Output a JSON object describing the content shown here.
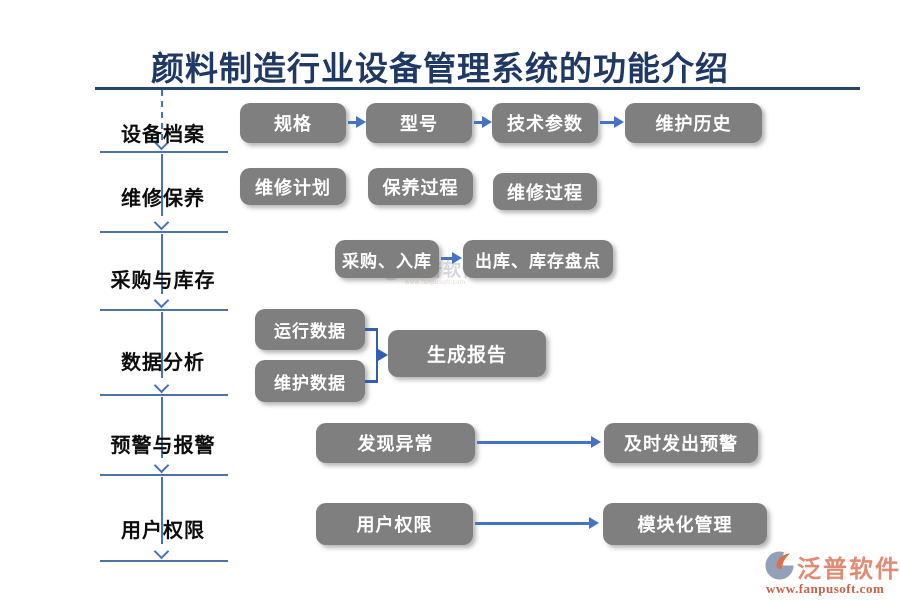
{
  "title": "颜料制造行业设备管理系统的功能介绍",
  "sidebar": {
    "items": [
      {
        "id": "equipment-archive",
        "label": "设备档案"
      },
      {
        "id": "maintenance",
        "label": "维修保养"
      },
      {
        "id": "purchase-inventory",
        "label": "采购与库存"
      },
      {
        "id": "data-analysis",
        "label": "数据分析"
      },
      {
        "id": "alert-alarm",
        "label": "预警与报警"
      },
      {
        "id": "user-permission",
        "label": "用户权限"
      }
    ]
  },
  "flows": {
    "equipment_archive": {
      "steps": [
        "规格",
        "型号",
        "技术参数",
        "维护历史"
      ]
    },
    "maintenance": {
      "steps": [
        "维修计划",
        "保养过程",
        "维修过程"
      ]
    },
    "purchase_inventory": {
      "steps": [
        "采购、入库",
        "出库、库存盘点"
      ]
    },
    "data_analysis": {
      "inputs": [
        "运行数据",
        "维护数据"
      ],
      "output": "生成报告"
    },
    "alert": {
      "steps": [
        "发现异常",
        "及时发出预警"
      ]
    },
    "permission": {
      "steps": [
        "用户权限",
        "模块化管理"
      ]
    }
  },
  "watermark": {
    "text": "泛普软件",
    "subtext": "www.fanpusoft.com"
  },
  "footer_logo": {
    "name": "泛普软件",
    "url": "www.fanpusoft.com"
  },
  "colors": {
    "title": "#1F3864",
    "box": "#7F7F7F",
    "arrow": "#4472C4",
    "rail_line": "#4F74A3",
    "logo_text": "#E28B72",
    "logo_url": "#CC5F48"
  }
}
